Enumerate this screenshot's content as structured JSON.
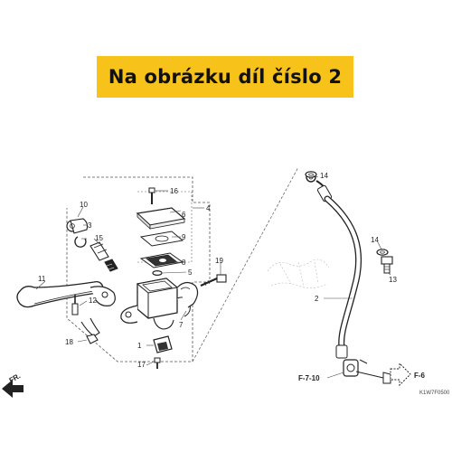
{
  "banner": {
    "text": "Na obrázku díl číslo 2",
    "bg_color": "#f7c31a"
  },
  "callouts": {
    "c1": "1",
    "c2": "2",
    "c3": "3",
    "c4": "4",
    "c5": "5",
    "c6": "6",
    "c7": "7",
    "c8": "8",
    "c9": "9",
    "c10": "10",
    "c11": "11",
    "c12": "12",
    "c13": "13",
    "c14a": "14",
    "c14b": "14",
    "c15": "15",
    "c16": "16",
    "c17": "17",
    "c18": "18",
    "c19": "19"
  },
  "references": {
    "front": "FR.",
    "ref_710": "F-7-10",
    "ref_f6": "F-6"
  },
  "diagram_code": "K1W7F0500"
}
